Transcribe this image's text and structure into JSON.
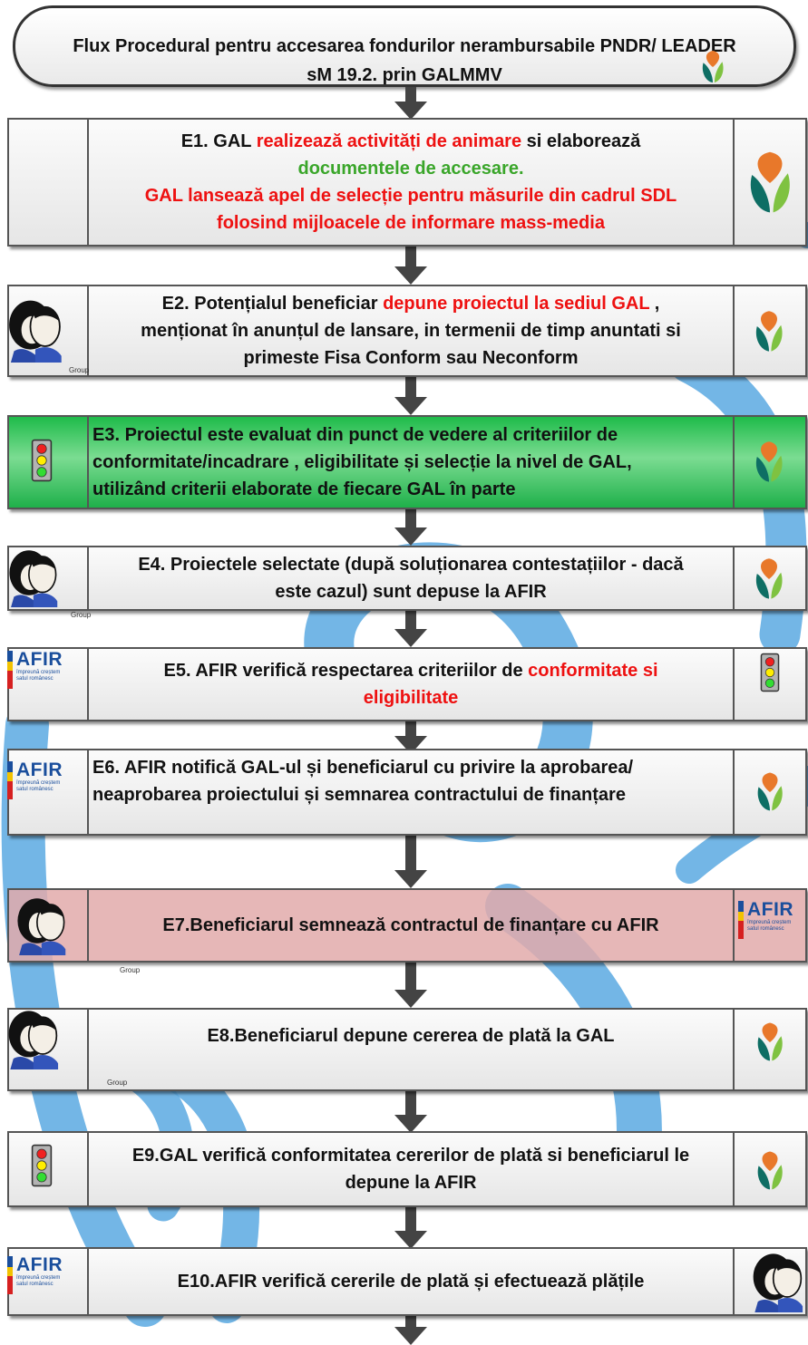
{
  "title": {
    "line1": "Flux Procedural pentru accesarea fondurilor nerambursabile PNDR/ LEADER",
    "line2": "sM 19.2. prin GALMMV"
  },
  "steps": [
    {
      "id": "E1",
      "parts": [
        "E1. GAL ",
        "realizează activități de animare",
        " si elaborează"
      ],
      "line2": "documentele de accesare.",
      "line3": "GAL lansează apel de selecție pentru măsurile din cadrul SDL",
      "line4": "folosind mijloacele de informare mass-media"
    },
    {
      "id": "E2",
      "parts": [
        "E2. Potențialul beneficiar ",
        "depune proiectul la sediul GAL",
        " ,"
      ],
      "line2": "menționat în anunțul de lansare, in termenii de timp anuntati si",
      "line3": "primeste Fisa Conform sau Neconform",
      "group_label": "Group"
    },
    {
      "id": "E3",
      "line1": "E3. Proiectul este evaluat din punct de vedere al criteriilor de",
      "line2": "conformitate/incadrare  , eligibilitate și selecție la nivel de GAL,",
      "line3": "utilizând criterii elaborate de fiecare GAL în parte"
    },
    {
      "id": "E4",
      "line1": "E4. Proiectele selectate (după soluționarea contestațiilor - dacă",
      "line2": "este cazul) sunt depuse la AFIR",
      "group_label": "Group"
    },
    {
      "id": "E5",
      "parts": [
        "E5. AFIR verifică respectarea criteriilor de ",
        "conformitate si"
      ],
      "line2": "eligibilitate"
    },
    {
      "id": "E6",
      "line1": "E6. AFIR notifică GAL-ul și beneficiarul cu privire la aprobarea/",
      "line2": "neaprobarea proiectului și semnarea contractului de finanțare"
    },
    {
      "id": "E7",
      "line1": "E7.Beneficiarul semnează contractul de finanțare cu AFIR",
      "group_label": "Group"
    },
    {
      "id": "E8",
      "line1": "E8.Beneficiarul depune cererea de plată la GAL",
      "group_label": "Group"
    },
    {
      "id": "E9",
      "line1": "E9.GAL verifică conformitatea cererilor de plată si beneficiarul le",
      "line2": "depune la AFIR"
    },
    {
      "id": "E10",
      "line1": "E10.AFIR verifică cererile de plată și efectuează plățile"
    }
  ],
  "afir_logo": {
    "word": "AFIR",
    "sub1": "împreună creștem",
    "sub2": "satul românesc"
  },
  "icons": [
    "gal-leaf-logo-icon",
    "people-icon",
    "traffic-light-icon",
    "afir-logo-icon"
  ],
  "colors": {
    "highlight_red": "#ee1111",
    "highlight_green": "#3aa62a",
    "e3_fill": "#1fbb4a",
    "e7_fill": "#e2aaaa",
    "watermark_blue": "#5aa9e2"
  }
}
